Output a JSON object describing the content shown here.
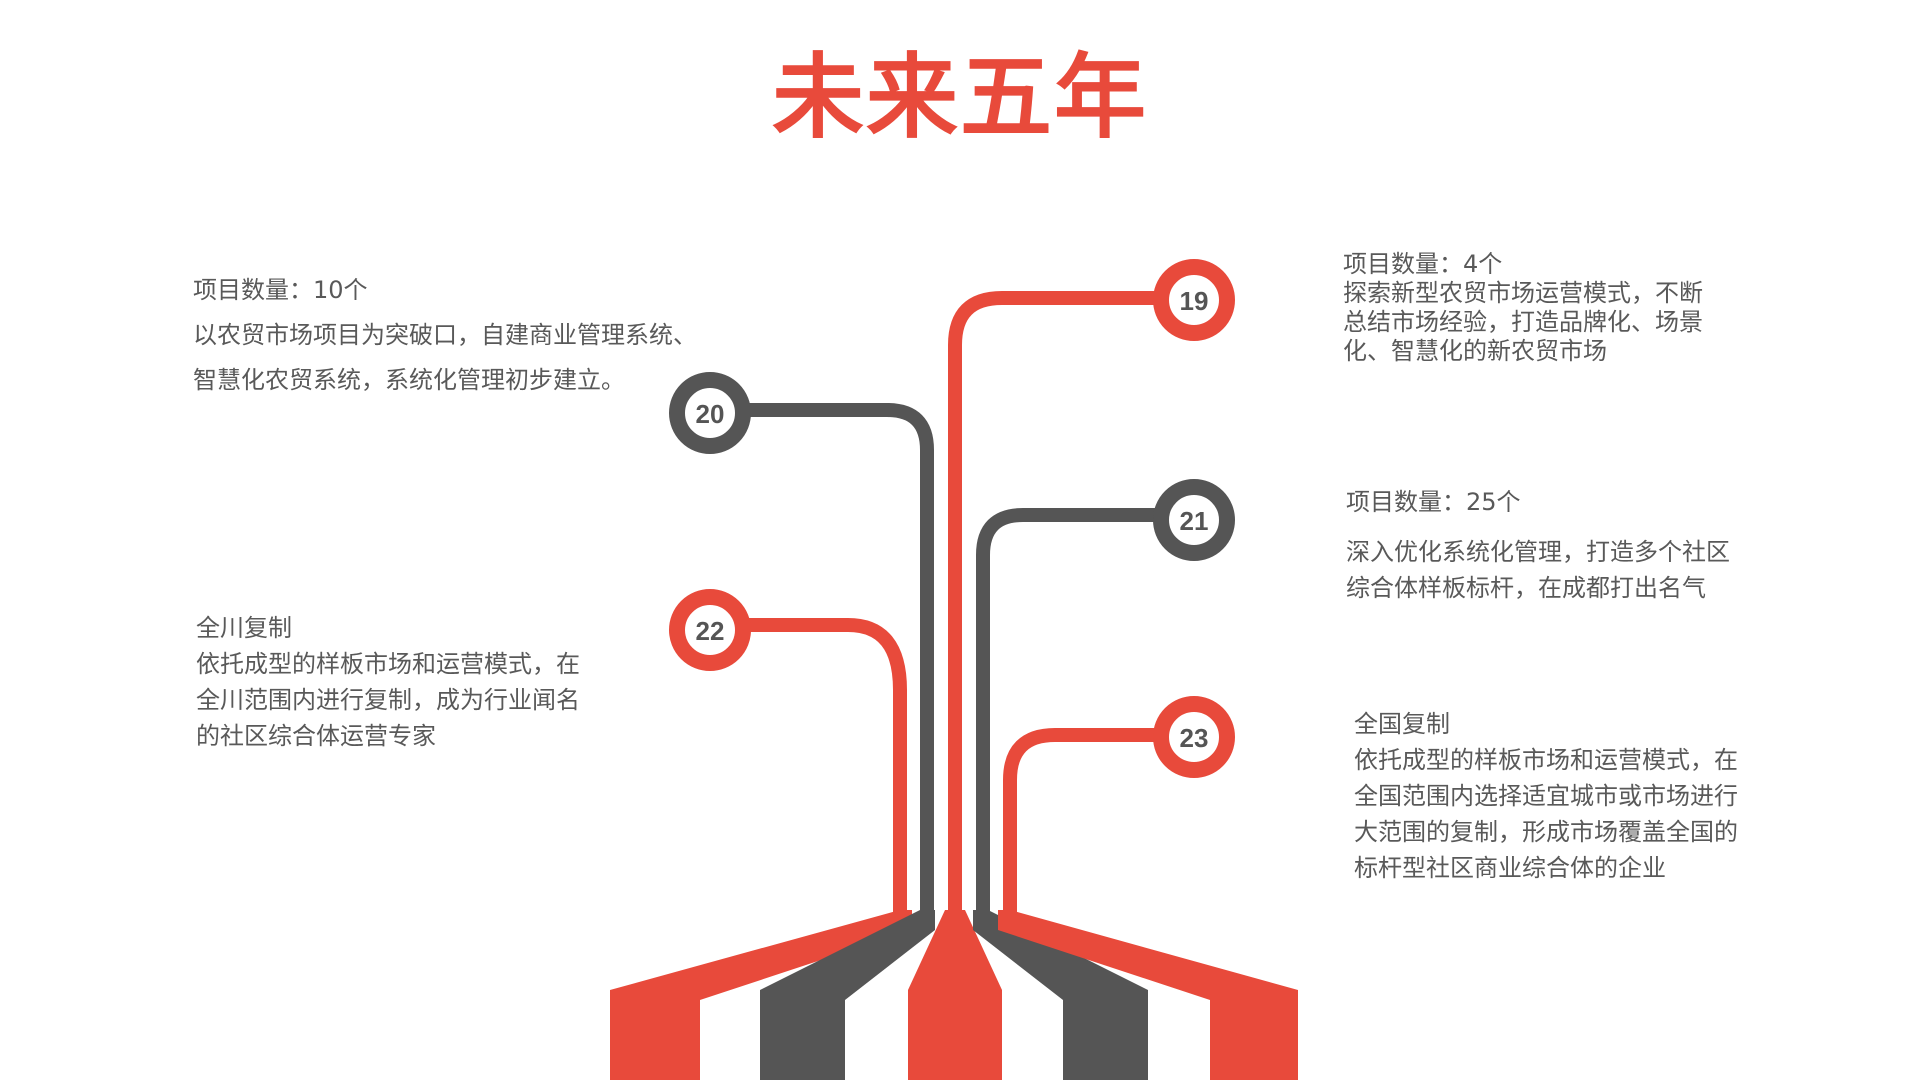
{
  "title": "未来五年",
  "colors": {
    "accent": "#e84a3b",
    "dark": "#555555",
    "text": "#595959"
  },
  "nodes": [
    {
      "id": "19",
      "label": "19",
      "color": "accent"
    },
    {
      "id": "20",
      "label": "20",
      "color": "dark"
    },
    {
      "id": "21",
      "label": "21",
      "color": "dark"
    },
    {
      "id": "22",
      "label": "22",
      "color": "accent"
    },
    {
      "id": "23",
      "label": "23",
      "color": "accent"
    }
  ],
  "blocks": {
    "n20": {
      "heading": "项目数量：10个",
      "lines": [
        "以农贸市场项目为突破口，自建商业管理系统、",
        "智慧化农贸系统，系统化管理初步建立。"
      ]
    },
    "n19": {
      "heading": "项目数量：4个",
      "lines": [
        "探索新型农贸市场运营模式，不断",
        "总结市场经验，打造品牌化、场景",
        "化、智慧化的新农贸市场"
      ]
    },
    "n21": {
      "heading": "项目数量：25个",
      "lines": [
        "深入优化系统化管理，打造多个社区",
        "综合体样板标杆，在成都打出名气"
      ]
    },
    "n22": {
      "heading": "全川复制",
      "lines": [
        "依托成型的样板市场和运营模式，在",
        "全川范围内进行复制，成为行业闻名",
        "的社区综合体运营专家"
      ]
    },
    "n23": {
      "heading": "全国复制",
      "lines": [
        "依托成型的样板市场和运营模式，在",
        "全国范围内选择适宜城市或市场进行",
        "大范围的复制，形成市场覆盖全国的",
        "标杆型社区商业综合体的企业"
      ]
    }
  }
}
